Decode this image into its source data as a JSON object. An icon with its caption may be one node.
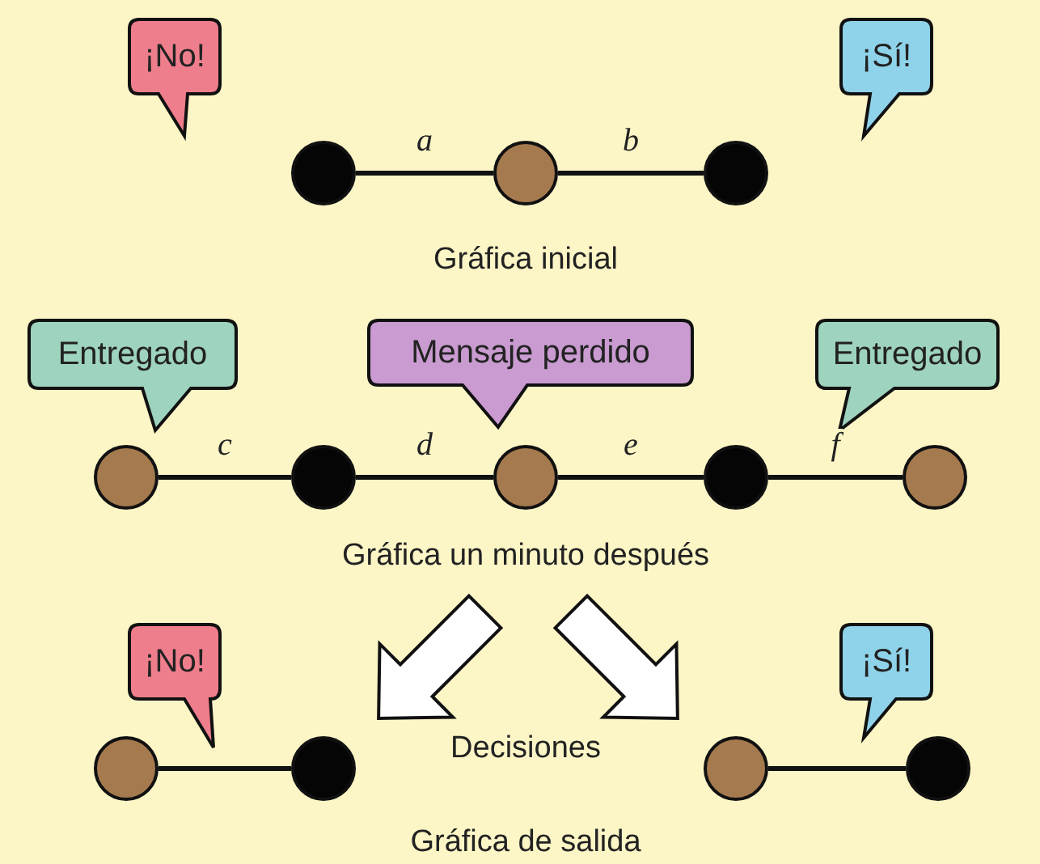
{
  "diagram": {
    "nodes": [
      {
        "text": [
          "¡No!"
        ]
      },
      {
        "text": [
          "¡Sí!"
        ]
      },
      {
        "text": [],
        "shape": "circle"
      },
      {
        "text": [],
        "shape": "circle"
      },
      {
        "text": [],
        "shape": "circle"
      },
      {
        "text": [
          "Entregado"
        ]
      },
      {
        "text": [
          "Mensaje perdido"
        ]
      },
      {
        "text": [
          "Entregado"
        ]
      },
      {
        "text": [],
        "shape": "circle"
      },
      {
        "text": [],
        "shape": "circle"
      },
      {
        "text": [],
        "shape": "circle"
      },
      {
        "text": [],
        "shape": "circle"
      },
      {
        "text": [],
        "shape": "circle"
      },
      {
        "text": [
          "¡No!"
        ]
      },
      {
        "text": [
          "¡Sí!"
        ]
      },
      {
        "text": [],
        "shape": "circle"
      },
      {
        "text": [],
        "shape": "circle"
      },
      {
        "text": [],
        "shape": "circle"
      },
      {
        "text": [],
        "shape": "circle"
      }
    ],
    "edges": [
      {
        "from": 2,
        "to": 3,
        "arrow": "none",
        "label": "a"
      },
      {
        "from": 3,
        "to": 4,
        "arrow": "none",
        "label": "b"
      },
      {
        "from": 8,
        "to": 9,
        "arrow": "none",
        "label": "c"
      },
      {
        "from": 9,
        "to": 10,
        "arrow": "none",
        "label": "d"
      },
      {
        "from": 10,
        "to": 11,
        "arrow": "none",
        "label": "e"
      },
      {
        "from": 11,
        "to": 12,
        "arrow": "none",
        "label": "f"
      },
      {
        "from": 15,
        "to": 16,
        "arrow": "none"
      },
      {
        "from": 17,
        "to": 18,
        "arrow": "none"
      }
    ],
    "labels": [
      "Gráfica inicial",
      "Gráfica un minuto después",
      "Decisiones",
      "Gráfica de salida"
    ]
  }
}
